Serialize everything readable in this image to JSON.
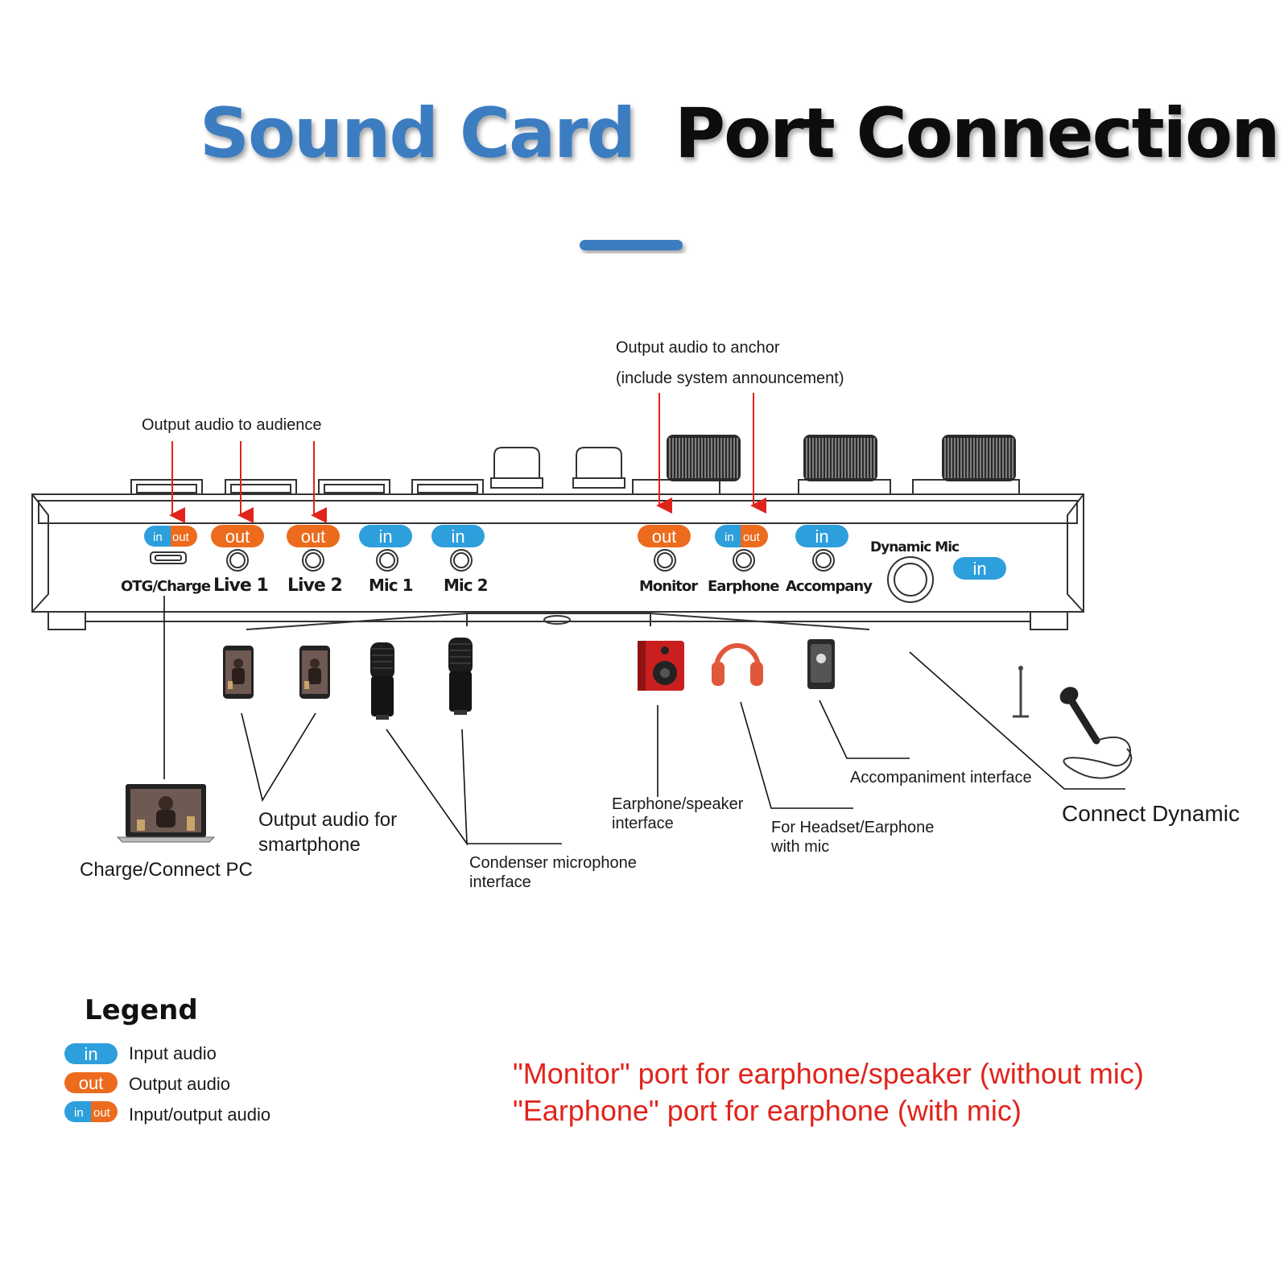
{
  "title": {
    "part1": "Sound Card",
    "part2": "Port Connection"
  },
  "colors": {
    "blue": "#2d9fdc",
    "orange": "#ec6b1d",
    "title_blue": "#3a7dc0",
    "red": "#e0241c"
  },
  "callouts": {
    "audience": "Output audio to audience",
    "anchor_line1": "Output audio to anchor",
    "anchor_line2": "(include system announcement)"
  },
  "ports": {
    "otg": "OTG/Charge",
    "live1": "Live 1",
    "live2": "Live 2",
    "mic1": "Mic 1",
    "mic2": "Mic 2",
    "monitor": "Monitor",
    "earphone": "Earphone",
    "accompany": "Accompany",
    "dynamic": "Dynamic Mic"
  },
  "badges": {
    "in": "in",
    "out": "out"
  },
  "descriptions": {
    "pc": "Charge/Connect PC",
    "smartphone_1": "Output audio for",
    "smartphone_2": "smartphone",
    "condenser_1": "Condenser microphone",
    "condenser_2": "interface",
    "speaker_1": "Earphone/speaker",
    "speaker_2": "interface",
    "headset_1": "For Headset/Earphone",
    "headset_2": "with mic",
    "accompaniment": "Accompaniment interface",
    "dynamic": "Connect Dynamic"
  },
  "legend": {
    "heading": "Legend",
    "in_label": "Input audio",
    "out_label": "Output audio",
    "inout_label": "Input/output audio"
  },
  "notes": {
    "line1": "\"Monitor\" port for earphone/speaker (without mic)",
    "line2": "\"Earphone\" port for earphone (with mic)"
  },
  "icons": [
    "laptop-icon",
    "smartphone-icon",
    "condenser-microphone-icon",
    "speaker-icon",
    "headphones-icon",
    "sound-adapter-icon",
    "dynamic-microphone-icon"
  ]
}
